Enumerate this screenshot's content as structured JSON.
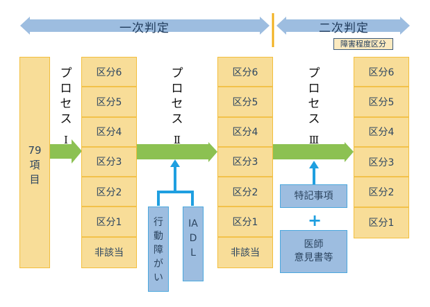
{
  "header": {
    "primary_judgment": "一次判定",
    "secondary_judgment": "二次判定",
    "badge": "障害程度区分"
  },
  "input_box": {
    "label": "79項目"
  },
  "processes": [
    {
      "label": "プロセス",
      "numeral": "Ⅰ"
    },
    {
      "label": "プロセス",
      "numeral": "Ⅱ"
    },
    {
      "label": "プロセス",
      "numeral": "Ⅲ"
    }
  ],
  "columns": [
    {
      "cells": [
        "区分6",
        "区分5",
        "区分4",
        "区分3",
        "区分2",
        "区分1",
        "非該当"
      ]
    },
    {
      "cells": [
        "区分6",
        "区分5",
        "区分4",
        "区分3",
        "区分2",
        "区分1",
        "非該当"
      ]
    },
    {
      "cells": [
        "区分6",
        "区分5",
        "区分4",
        "区分3",
        "区分2",
        "区分1"
      ]
    }
  ],
  "inputs_process2": [
    {
      "label": "行動障がい"
    },
    {
      "label": "IADL"
    }
  ],
  "inputs_process3": {
    "special_notes": "特記事項",
    "plus": "+",
    "doctor_opinion_line1": "医師",
    "doctor_opinion_line2": "意見書等"
  },
  "colors": {
    "header_arrow": "#9dbde0",
    "divider": "#f2b01e",
    "box_fill": "#f8dd98",
    "box_border": "#f2be3c",
    "flow_arrow": "#8cc152",
    "connector": "#1f9fe0",
    "text": "#2c4560"
  }
}
